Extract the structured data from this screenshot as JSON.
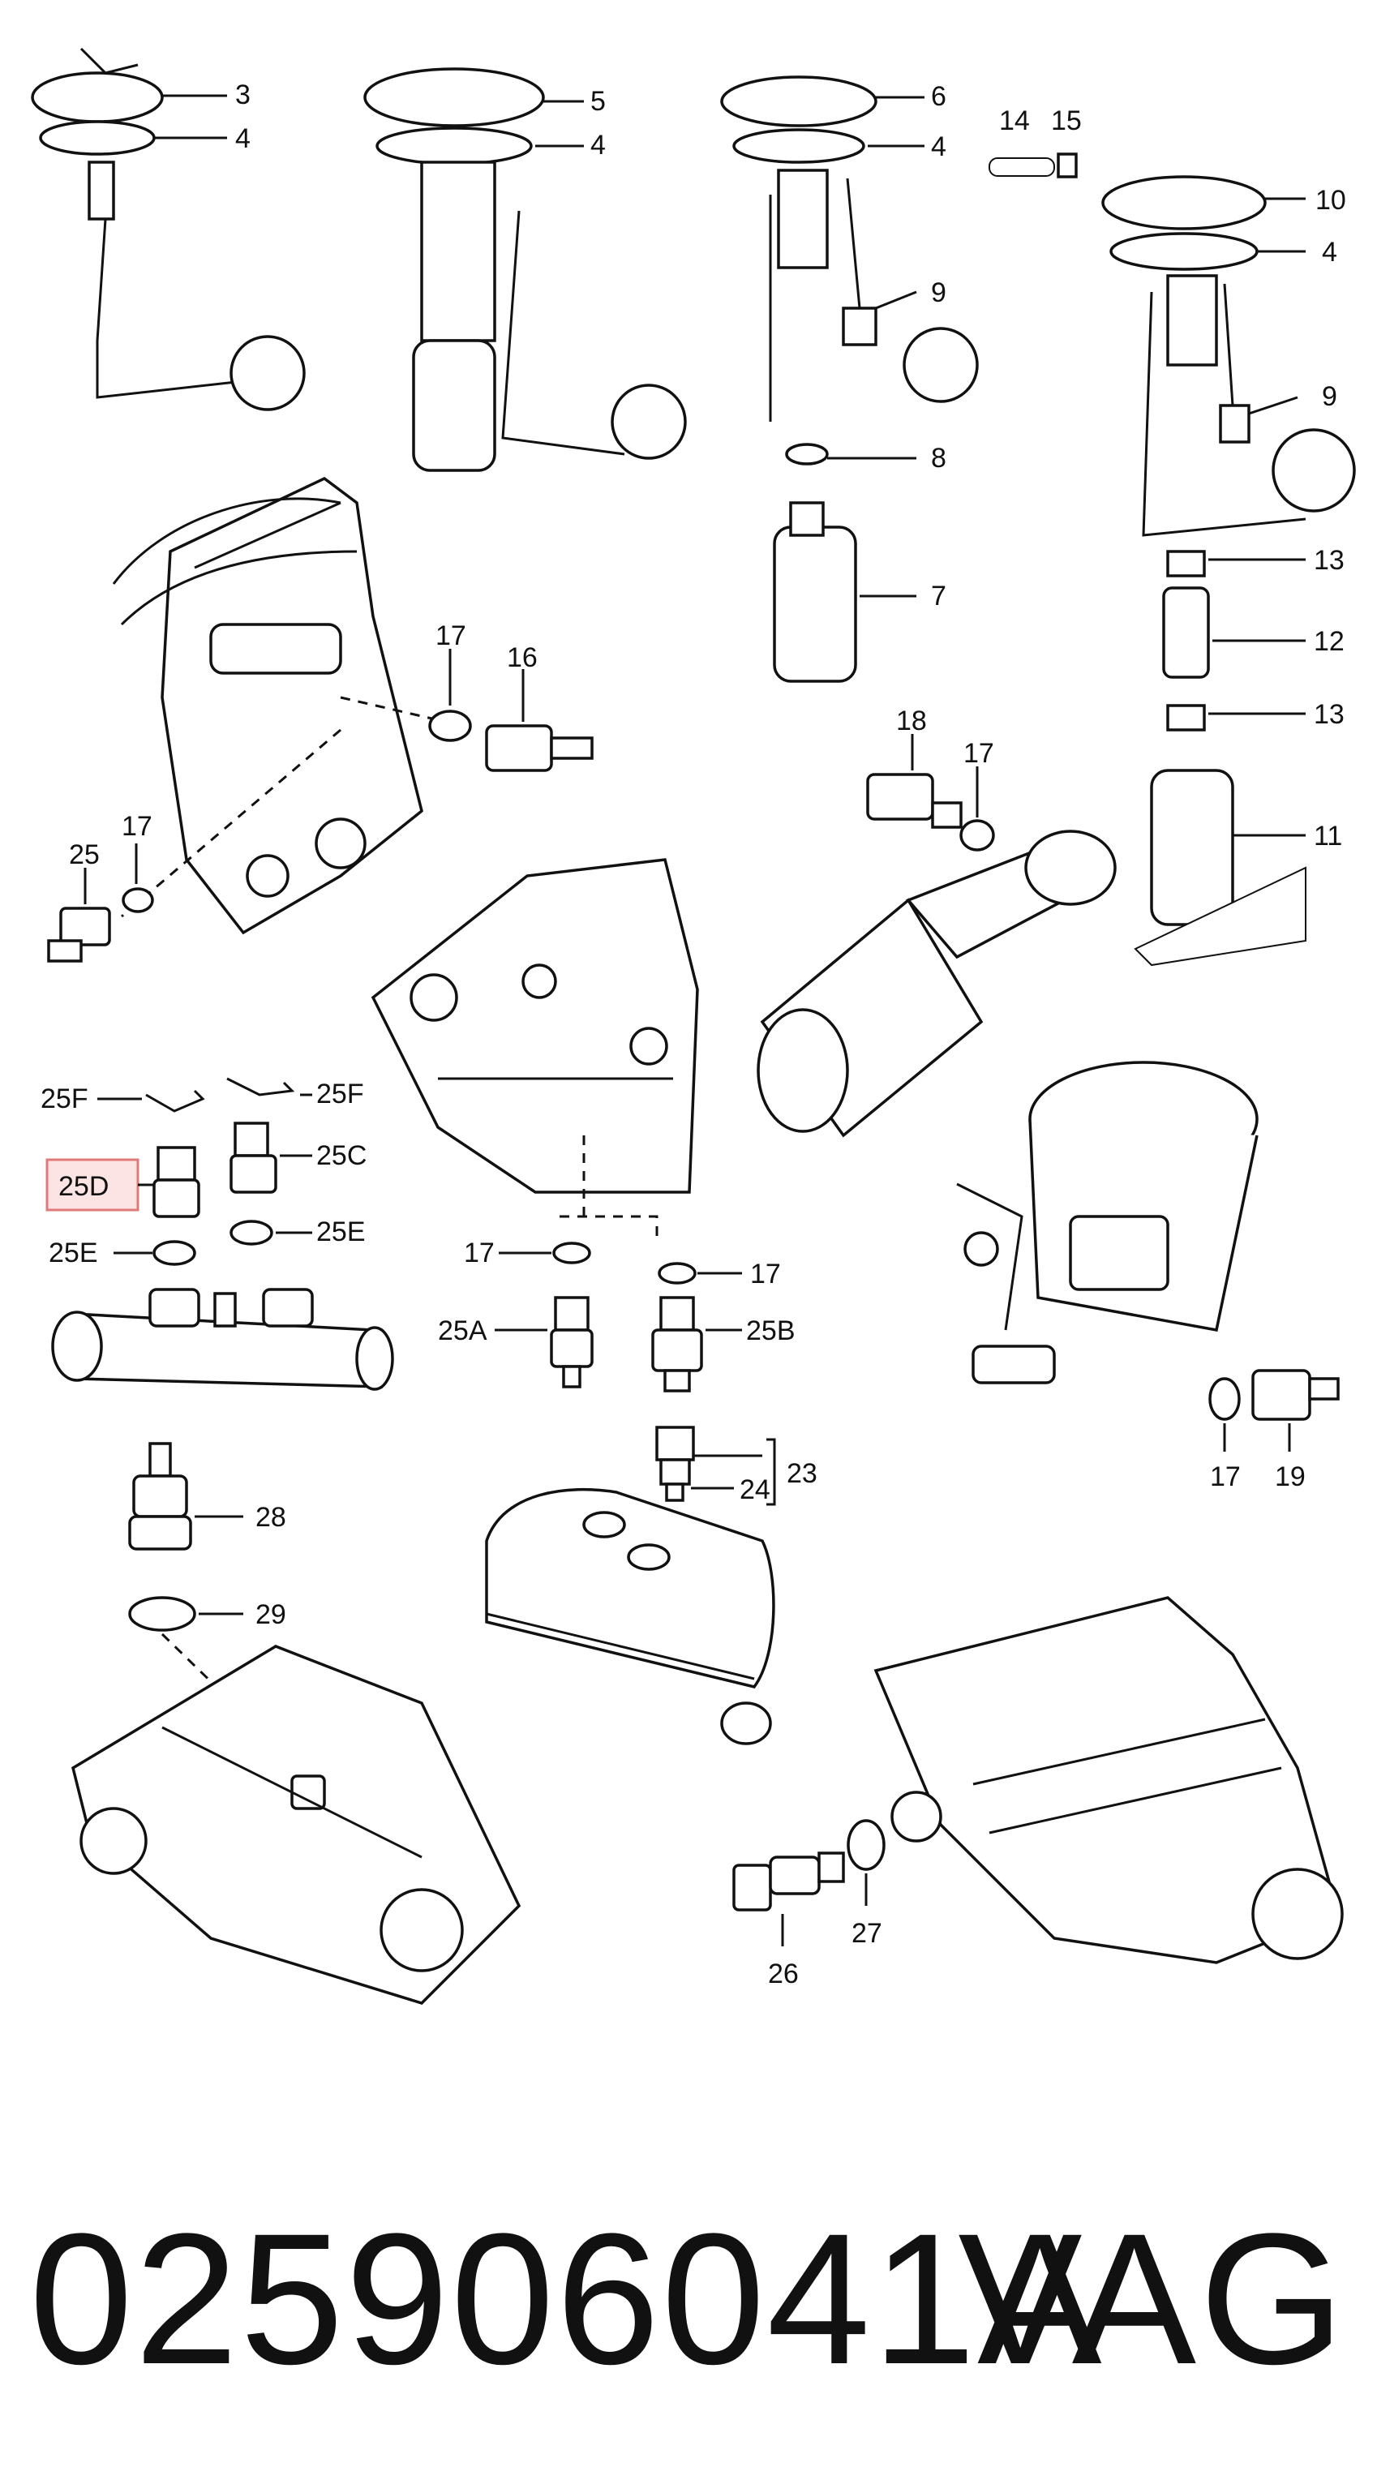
{
  "diagram": {
    "callouts": {
      "c3": "3",
      "c4a": "4",
      "c5": "5",
      "c4b": "4",
      "c6": "6",
      "c4c": "4",
      "c14": "14",
      "c15": "15",
      "c10": "10",
      "c4d": "4",
      "c9a": "9",
      "c9b": "9",
      "c8": "8",
      "c7": "7",
      "c13a": "13",
      "c12": "12",
      "c13b": "13",
      "c11": "11",
      "c17a": "17",
      "c16": "16",
      "c18": "18",
      "c17b": "17",
      "c25": "25",
      "c17c": "17",
      "c25Fa": "25F",
      "c25Fb": "25F",
      "c25C": "25C",
      "c25D": "25D",
      "c25Ea": "25E",
      "c25Eb": "25E",
      "c17d": "17",
      "c17e": "17",
      "c25A": "25A",
      "c25B": "25B",
      "c23": "23",
      "c24": "24",
      "c17f": "17",
      "c19": "19",
      "c28": "28",
      "c29": "29",
      "c26": "26",
      "c27": "27"
    }
  },
  "footer": {
    "part_number": "025906041A",
    "brand": "VAG"
  }
}
